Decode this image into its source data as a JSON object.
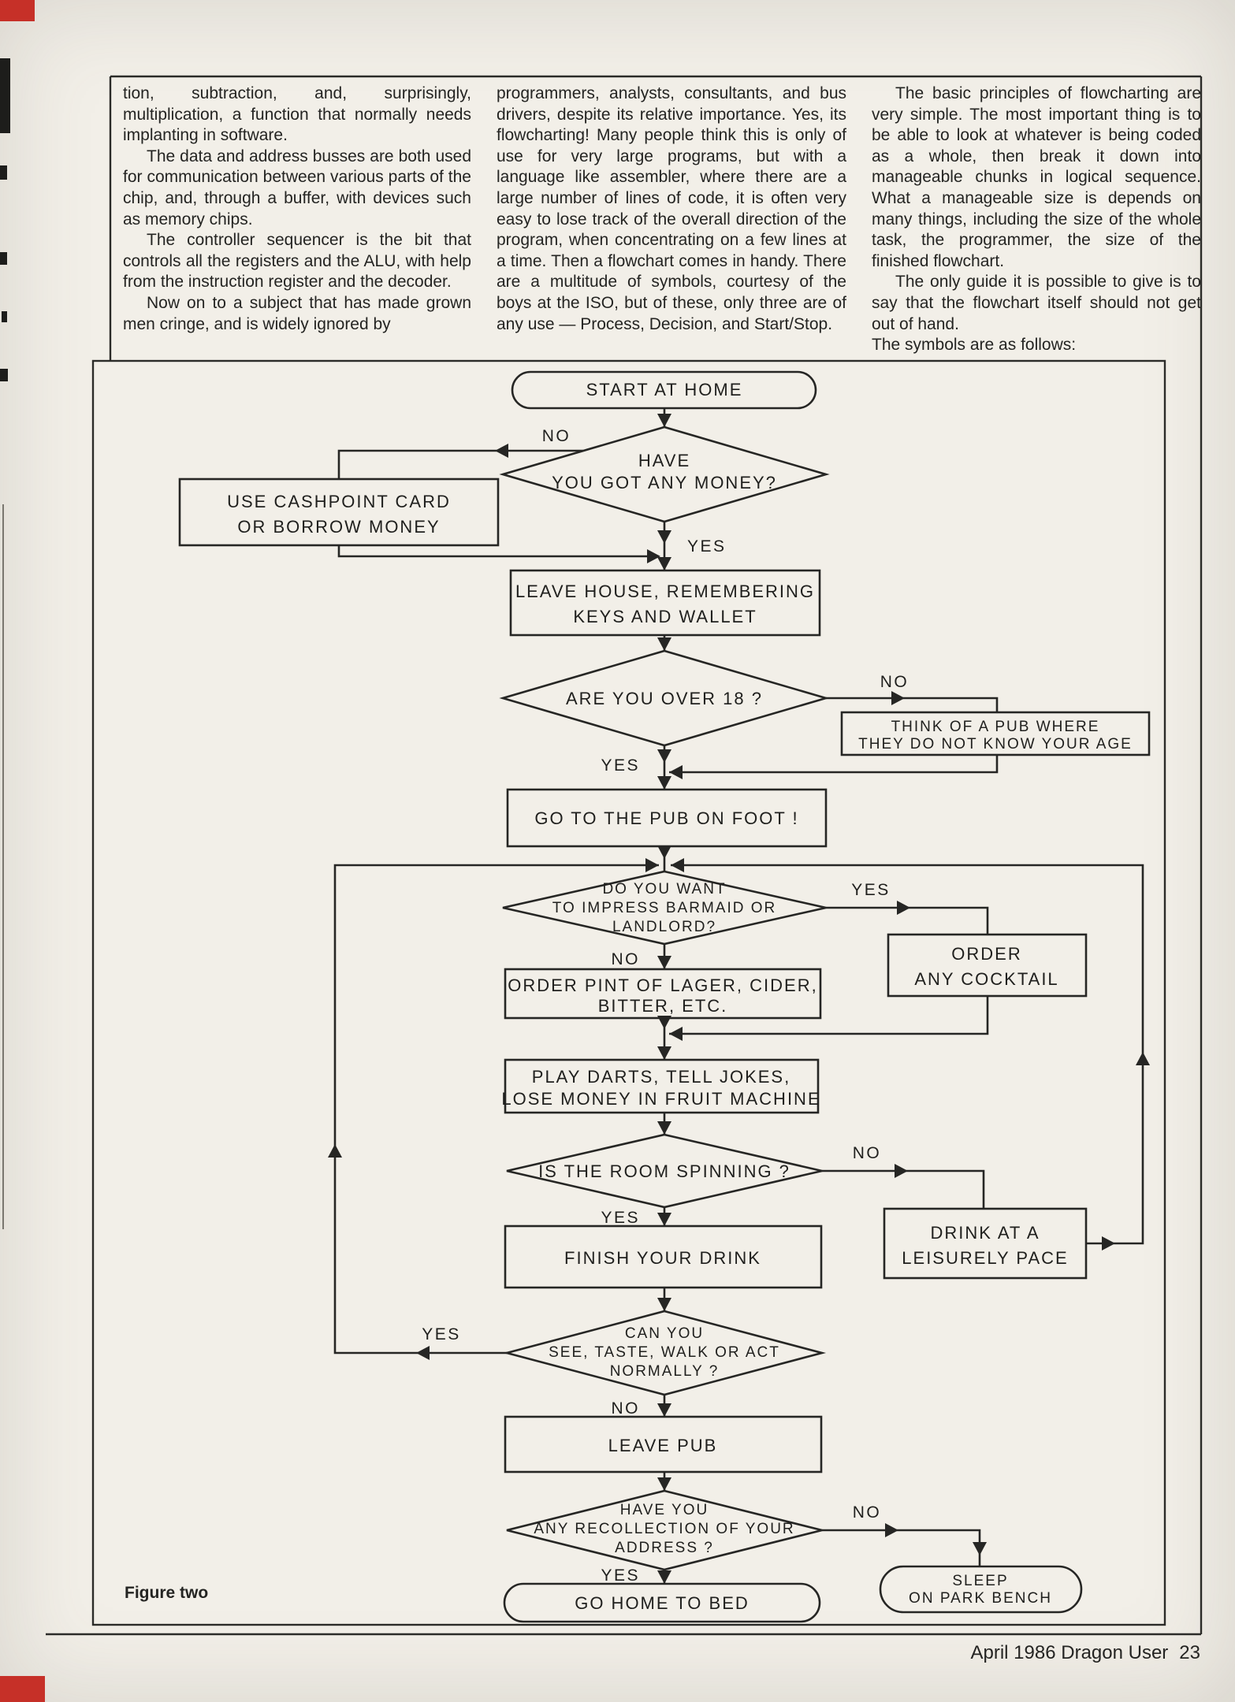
{
  "page": {
    "figure_caption": "Figure two",
    "footer_text": "April 1986 Dragon User",
    "footer_page": "23"
  },
  "article": {
    "col1": [
      "tion, subtraction, and, surprisingly, multiplication, a function that normally needs implanting in software.",
      "The data and address busses are both used for communication between various parts of the chip, and, through a buffer, with devices such as memory chips.",
      "The controller sequencer is the bit that controls all the registers and the ALU, with help from the instruction register and the decoder.",
      "Now on to a subject that has made grown men cringe, and is widely ignored by"
    ],
    "col2": [
      "programmers, analysts, consultants, and bus drivers, despite its relative importance. Yes, its flowcharting! Many people think this is only of use for very large programs, but with a language like assembler, where there are a large number of lines of code, it is often very easy to lose track of the overall direction of the program, when concentrating on a few lines at a time. Then a flowchart comes in handy. There are a multitude of symbols, courtesy of the boys at the ISO, but of these, only three are of any use — Process, Decision, and Start/Stop."
    ],
    "col3": [
      "The basic principles of flowcharting are very simple. The most important thing is to be able to look at whatever is being coded as a whole, then break it down into manageable chunks in logical sequence. What a manageable size is depends on many things, including the size of the whole task, the programmer, the size of the finished flowchart.",
      "The only guide it is possible to give is to say that the flowchart itself should not get out of hand.",
      "The symbols are as follows:"
    ]
  },
  "flowchart": {
    "nodes": {
      "start": {
        "type": "terminal",
        "lines": [
          "START AT HOME"
        ]
      },
      "money": {
        "type": "decision",
        "lines": [
          "HAVE",
          "YOU GOT ANY MONEY?"
        ]
      },
      "cashpoint": {
        "type": "process",
        "lines": [
          "USE CASHPOINT CARD",
          "OR BORROW MONEY"
        ]
      },
      "leave_house": {
        "type": "process",
        "lines": [
          "LEAVE HOUSE, REMEMBERING",
          "KEYS AND WALLET"
        ]
      },
      "over18": {
        "type": "decision",
        "lines": [
          "ARE YOU OVER 18 ?"
        ]
      },
      "think_pub": {
        "type": "process",
        "lines": [
          "THINK OF A PUB WHERE",
          "THEY DO NOT KNOW YOUR AGE"
        ]
      },
      "go_pub": {
        "type": "process",
        "lines": [
          "GO TO THE PUB ON FOOT !"
        ]
      },
      "impress": {
        "type": "decision",
        "lines": [
          "DO YOU WANT",
          "TO IMPRESS BARMAID OR",
          "LANDLORD?"
        ]
      },
      "order_pint": {
        "type": "process",
        "lines": [
          "ORDER PINT OF LAGER, CIDER,",
          "BITTER, ETC."
        ]
      },
      "order_cocktail": {
        "type": "process",
        "lines": [
          "ORDER",
          "ANY COCKTAIL"
        ]
      },
      "play_darts": {
        "type": "process",
        "lines": [
          "PLAY DARTS, TELL JOKES,",
          "LOSE MONEY IN FRUIT MACHINE"
        ]
      },
      "room_spinning": {
        "type": "decision",
        "lines": [
          "IS THE ROOM SPINNING ?"
        ]
      },
      "drink_leisurely": {
        "type": "process",
        "lines": [
          "DRINK AT A",
          "LEISURELY PACE"
        ]
      },
      "finish_drink": {
        "type": "process",
        "lines": [
          "FINISH YOUR DRINK"
        ]
      },
      "can_you_see": {
        "type": "decision",
        "lines": [
          "CAN YOU",
          "SEE, TASTE, WALK OR ACT",
          "NORMALLY ?"
        ]
      },
      "leave_pub": {
        "type": "process",
        "lines": [
          "LEAVE PUB"
        ]
      },
      "recollection": {
        "type": "decision",
        "lines": [
          "HAVE YOU",
          "ANY RECOLLECTION OF YOUR",
          "ADDRESS ?"
        ]
      },
      "go_home": {
        "type": "terminal",
        "lines": [
          "GO HOME TO BED"
        ]
      },
      "park_bench": {
        "type": "terminal",
        "lines": [
          "SLEEP",
          "ON PARK BENCH"
        ]
      }
    },
    "edges": {
      "money_no": "NO",
      "money_yes": "YES",
      "over18_no": "NO",
      "over18_yes": "YES",
      "impress_yes": "YES",
      "impress_no": "NO",
      "spinning_no": "NO",
      "spinning_yes": "YES",
      "cansee_yes": "YES",
      "cansee_no": "NO",
      "recollection_no": "NO",
      "recollection_yes": "YES"
    }
  }
}
